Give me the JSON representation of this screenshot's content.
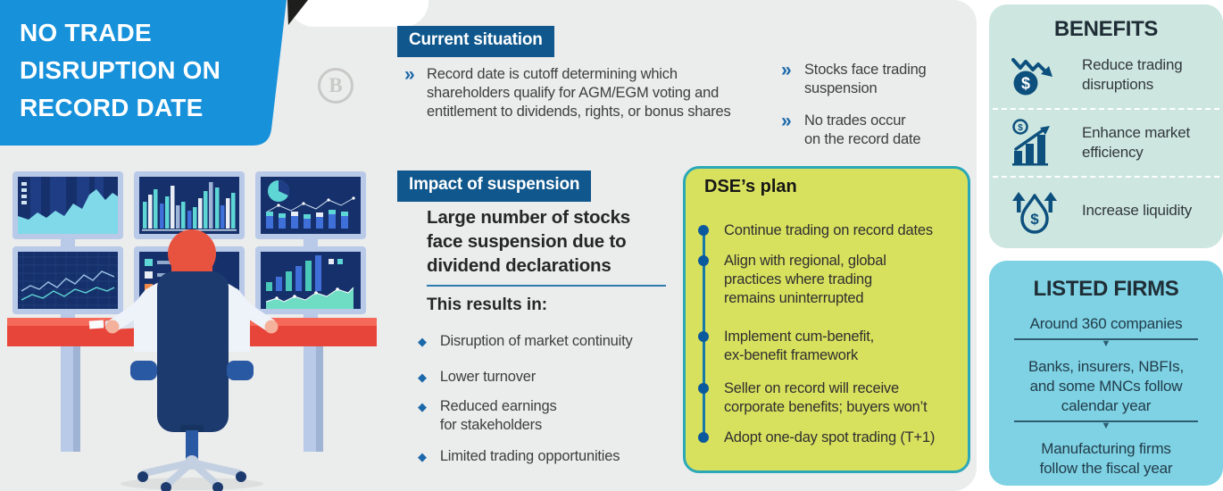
{
  "banner": {
    "title": "NO TRADE\nDISRUPTION ON\nRECORD DATE"
  },
  "watermark": {
    "letter": "B"
  },
  "icons": {
    "chevron_bullet": "»",
    "diamond_bullet": "◆",
    "triangle_down": "▼"
  },
  "current_situation": {
    "header": "Current situation",
    "main_bullet": "Record date is cutoff determining which\nshareholders qualify for AGM/EGM voting and\nentitlement to dividends, rights, or bonus shares",
    "side_bullets": [
      "Stocks face trading\nsuspension",
      "No trades occur\non the record date"
    ]
  },
  "impact": {
    "header": "Impact of suspension",
    "statement": "Large number of stocks\nface suspension due to\ndividend declarations",
    "results_label": "This results in:",
    "items": [
      "Disruption of market continuity",
      "Lower turnover",
      "Reduced earnings\nfor stakeholders",
      "Limited trading opportunities"
    ]
  },
  "dse_plan": {
    "title": "DSE’s plan",
    "items": [
      "Continue trading on record dates",
      "Align with regional, global\npractices where trading\nremains uninterrupted",
      "Implement cum-benefit,\nex-benefit framework",
      "Seller on record will receive\ncorporate benefits; buyers won’t",
      "Adopt one-day spot trading (T+1)"
    ]
  },
  "benefits": {
    "title": "BENEFITS",
    "items": [
      {
        "icon": "dollar-decline-icon",
        "label": "Reduce trading\ndisruptions"
      },
      {
        "icon": "market-growth-icon",
        "label": "Enhance market\nefficiency"
      },
      {
        "icon": "liquidity-drop-icon",
        "label": "Increase liquidity"
      }
    ]
  },
  "listed_firms": {
    "title": "LISTED FIRMS",
    "items": [
      "Around 360 companies",
      "Banks, insurers, NBFIs,\nand some MNCs follow\ncalendar year",
      "Manufacturing firms\nfollow the fiscal year"
    ]
  },
  "colors": {
    "banner_blue": "#1791da",
    "header_navy": "#0f578c",
    "accent_blue": "#1b68aa",
    "plan_fill": "#d8e15e",
    "plan_border": "#2ba8b8",
    "benefits_bg": "#cde7e0",
    "listed_bg": "#7ed2e4",
    "icon_navy": "#0d507e"
  }
}
